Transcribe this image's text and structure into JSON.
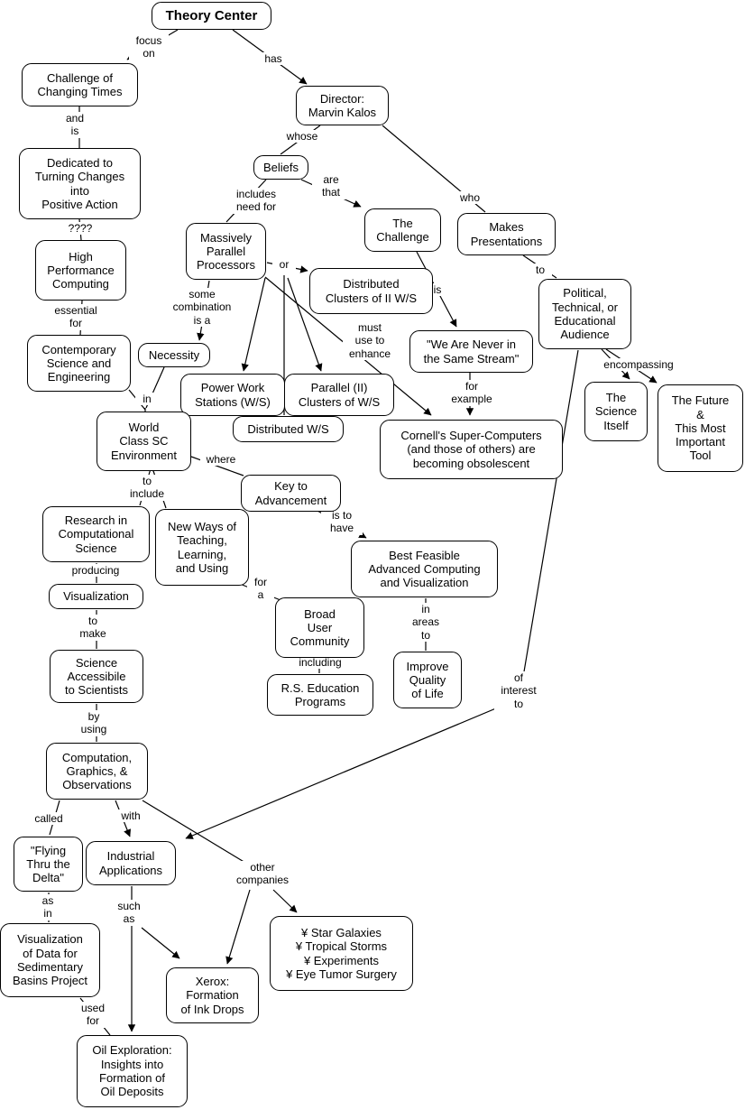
{
  "nodes": {
    "theory_center": "Theory Center",
    "challenge_changing_times": "Challenge of\nChanging Times",
    "director": "Director:\nMarvin Kalos",
    "beliefs": "Beliefs",
    "dedicated": "Dedicated to\nTurning Changes\ninto\nPositive Action",
    "the_challenge": "The\nChallenge",
    "makes_presentations": "Makes\nPresentations",
    "massively_parallel": "Massively\nParallel\nProcessors",
    "high_performance": "High\nPerformance\nComputing",
    "distributed_clusters": "Distributed\nClusters of II W/S",
    "political_audience": "Political,\nTechnical, or\nEducational\nAudience",
    "contemporary": "Contemporary\nScience and\nEngineering",
    "necessity": "Necessity",
    "we_are_never": "\"We Are Never in\nthe Same Stream\"",
    "power_work_stations": "Power Work\nStations (W/S)",
    "parallel_clusters": "Parallel (II)\nClusters of W/S",
    "science_itself": "The\nScience\nItself",
    "future_tool": "The Future\n&\nThis Most\nImportant\nTool",
    "world_class": "World\nClass SC\nEnvironment",
    "distributed_ws": "Distributed W/S",
    "cornells_supercomputers": "Cornell's Super-Computers\n(and those of others) are\nbecoming obsolescent",
    "key_to_advancement": "Key to\nAdvancement",
    "research_comp_science": "Research in\nComputational\nScience",
    "new_ways": "New Ways of\nTeaching,\nLearning,\nand Using",
    "best_feasible": "Best Feasible\nAdvanced Computing\nand Visualization",
    "visualization": "Visualization",
    "broad_user_community": "Broad\nUser\nCommunity",
    "improve_quality": "Improve\nQuality\nof Life",
    "science_accessible": "Science\nAccessibile\nto Scientists",
    "rs_education": "R.S. Education\nPrograms",
    "computation_graphics": "Computation,\nGraphics, &\nObservations",
    "flying_delta": "\"Flying\nThru the\nDelta\"",
    "industrial_applications": "Industrial\nApplications",
    "viz_sedimentary": "Visualization\nof Data for\nSedimentary\nBasins Project",
    "company_examples": "¥ Star Galaxies\n¥ Tropical Storms\n¥ Experiments\n¥ Eye Tumor Surgery",
    "xerox_ink": "Xerox:\nFormation\nof Ink Drops",
    "oil_exploration": "Oil Exploration:\nInsights into\nFormation of\nOil Deposits"
  },
  "edge_labels": {
    "focus_on": "focus\non",
    "has": "has",
    "and_is": "and\nis",
    "whose": "whose",
    "includes_need_for": "includes\nneed for",
    "are_that": "are\nthat",
    "who": "who",
    "question_marks": "????",
    "or": "or",
    "to": "to",
    "is": "is",
    "essential_for": "essential\nfor",
    "some_combination": "some\ncombination\nis a",
    "must_use": "must\nuse to\nenhance",
    "encompassing": "encompassing",
    "in": "in",
    "for_example": "for\nexample",
    "where": "where",
    "to_include": "to\ninclude",
    "is_to_have": "is to\nhave",
    "producing": "producing",
    "for_a": "for\na",
    "in_areas_to": "in\nareas\nto",
    "to_make": "to\nmake",
    "including": "including",
    "of_interest_to": "of\ninterest\nto",
    "by_using": "by\nusing",
    "called": "called",
    "with": "with",
    "other_companies": "other\ncompanies",
    "as_in": "as\nin",
    "such_as": "such\nas",
    "used_for": "used\nfor"
  }
}
